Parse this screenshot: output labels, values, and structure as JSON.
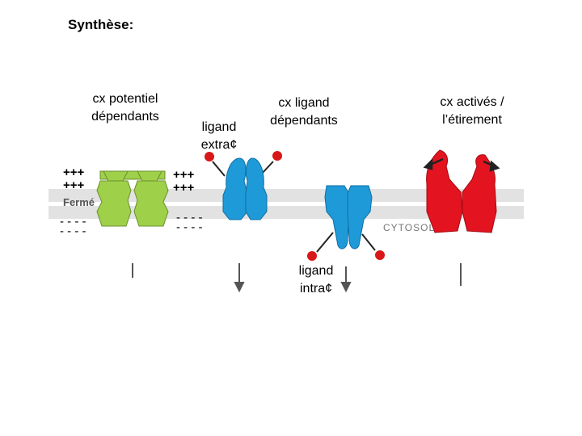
{
  "title": "Synthèse:",
  "labels": {
    "voltage_gated": "cx potentiel\ndépendants",
    "ligand_extra": "ligand\nextra¢",
    "ligand_gated": "cx ligand\ndépendants",
    "stretch": "cx activés /\nl’étirement",
    "ligand_intra": "ligand\nintra¢"
  },
  "diagram": {
    "charge_top": "+++\n+++",
    "charge_bottom": "- - - -\n- - - -",
    "ferme": "Fermé",
    "cytosol": "CYTOSOL"
  },
  "colors": {
    "membrane": "#e2e2e2",
    "voltage_channel": "#9fd04a",
    "ligand_channel": "#1e9ad8",
    "stretch_channel": "#e3141f",
    "ligand_dot": "#d81818",
    "text": "#000000"
  }
}
